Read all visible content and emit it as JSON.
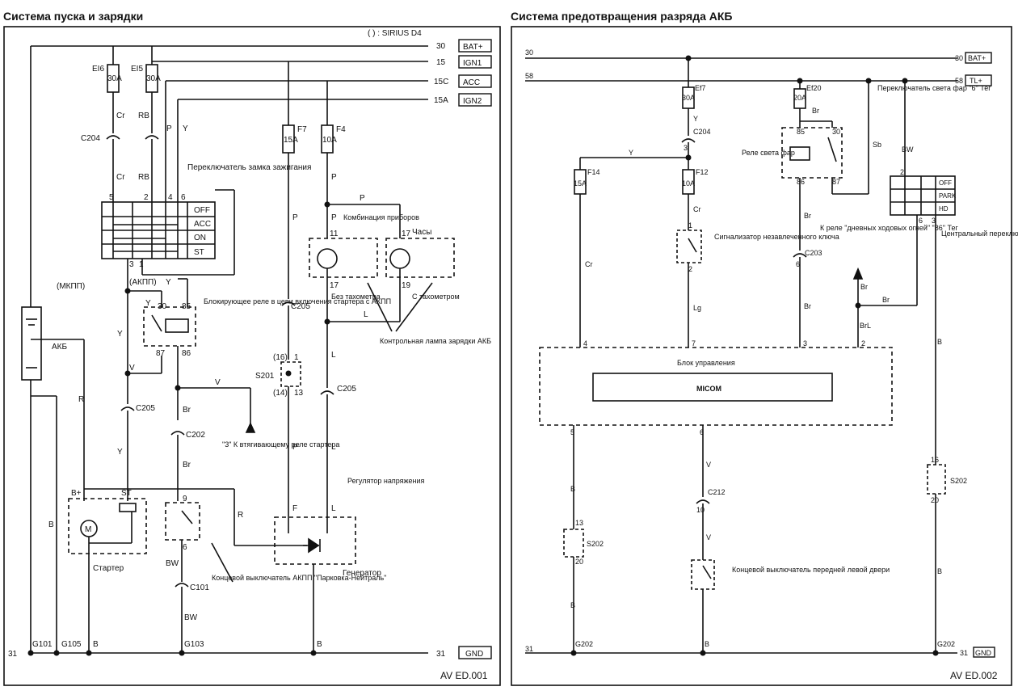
{
  "panels": {
    "left": {
      "title": "Система пуска и зарядки",
      "legend": "( ) : SIRIUS D4",
      "id": "AV ED.001",
      "terminals": [
        {
          "num": "30",
          "tag": "BAT+"
        },
        {
          "num": "15",
          "tag": "IGN1"
        },
        {
          "num": "15C",
          "tag": "ACC"
        },
        {
          "num": "15A",
          "tag": "IGN2"
        },
        {
          "num": "31",
          "tag": "GND"
        }
      ],
      "fuses": [
        {
          "name": "EI6",
          "rating": "30A"
        },
        {
          "name": "EI5",
          "rating": "30A"
        },
        {
          "name": "F7",
          "rating": "15A"
        },
        {
          "name": "F4",
          "rating": "10A"
        }
      ],
      "switch": {
        "label": "Переключатель замка зажигания",
        "positions": [
          "OFF",
          "ACC",
          "ON",
          "ST"
        ],
        "pins": [
          "5",
          "2",
          "4",
          "6",
          "3",
          "1"
        ]
      },
      "connectors": {
        "c204": "C204",
        "c205": "C205",
        "c202": "C202",
        "c101": "C101",
        "s201": "S201",
        "g101": "G101",
        "g105": "G105",
        "g103": "G103"
      },
      "wires": {
        "cr": "Cr",
        "rb": "RB",
        "p": "P",
        "y": "Y",
        "v": "V",
        "r": "R",
        "b": "B",
        "br": "Br",
        "bw": "BW",
        "l": "L",
        "f": "F"
      },
      "labels": {
        "mkpp": "(МКПП)",
        "akpp": "(АКПП)",
        "battery": "АКБ",
        "relay": "Блокирующее реле в цепи включения стартера с АКПП",
        "relay_pins": [
          "30",
          "85",
          "87",
          "86"
        ],
        "cluster": "Комбинация приборов",
        "clock": "Часы",
        "cluster_pins": [
          "11",
          "17",
          "17",
          "19"
        ],
        "no_tach": "Без тахометра",
        "with_tach": "С тахометром",
        "lamp": "Контрольная лампа зарядки АКБ",
        "s201_pins": [
          "(16)",
          "1",
          "(14)",
          "13"
        ],
        "starter_relay": "\"3\" К втягивающему реле стартера",
        "regulator": "Регулятор напряжения",
        "generator": "Генератор",
        "starter": "Стартер",
        "starter_b": "B+",
        "starter_st": "ST",
        "motor": "M",
        "park_switch": "Концевой выключатель АКПП \"Парковка-Нейтраль\"",
        "park_pins": [
          "9",
          "6"
        ]
      }
    },
    "right": {
      "title": "Система предотвращения разряда АКБ",
      "id": "AV ED.002",
      "terminals": [
        {
          "num": "30",
          "tag": "BAT+"
        },
        {
          "num": "58",
          "tag": "TL+"
        },
        {
          "num": "31",
          "tag": "GND"
        }
      ],
      "fuses": [
        {
          "name": "Ef7",
          "rating": "30A"
        },
        {
          "name": "Ef20",
          "rating": "20A"
        },
        {
          "name": "F14",
          "rating": "15A"
        },
        {
          "name": "F12",
          "rating": "10A"
        }
      ],
      "connectors": {
        "c204": "C204",
        "c203": "C203",
        "c212": "C212",
        "s202": "S202",
        "g202": "G202"
      },
      "wires": {
        "y": "Y",
        "br": "Br",
        "sb": "Sb",
        "bw": "BW",
        "cr": "Cr",
        "lg": "Lg",
        "brl": "BrL",
        "b": "B",
        "v": "V"
      },
      "labels": {
        "headlamp_switch": "Переключатель света фар \"6\" Тег",
        "headlamp_relay": "Реле света фар",
        "relay_pins": [
          "85",
          "30",
          "86",
          "87"
        ],
        "key_warn": "Сигнализатор незавлеченного ключа",
        "drl": "К реле \"дневных ходовых огней\" \"86\" Тег",
        "central_switch": "Центральный переключатель света",
        "switch_rows": [
          "OFF",
          "PARK",
          "HD"
        ],
        "control_unit": "Блок управления",
        "micom": "MICOM",
        "door_switch": "Концевой выключатель передней левой двери",
        "pins": {
          "c204": "3",
          "key1": "1",
          "key2": "2",
          "c203": "6",
          "cu4": "4",
          "cu7": "7",
          "cu3": "3",
          "cu2": "2",
          "cu5": "5",
          "cu6": "6",
          "c212": "10",
          "s202a": "13",
          "s202b": "20",
          "s202c": "16",
          "s202d": "20",
          "sw2": "2",
          "sw6": "6",
          "sw3": "3"
        }
      }
    }
  },
  "colors": {
    "ink": "#111111",
    "paper": "#ffffff"
  }
}
